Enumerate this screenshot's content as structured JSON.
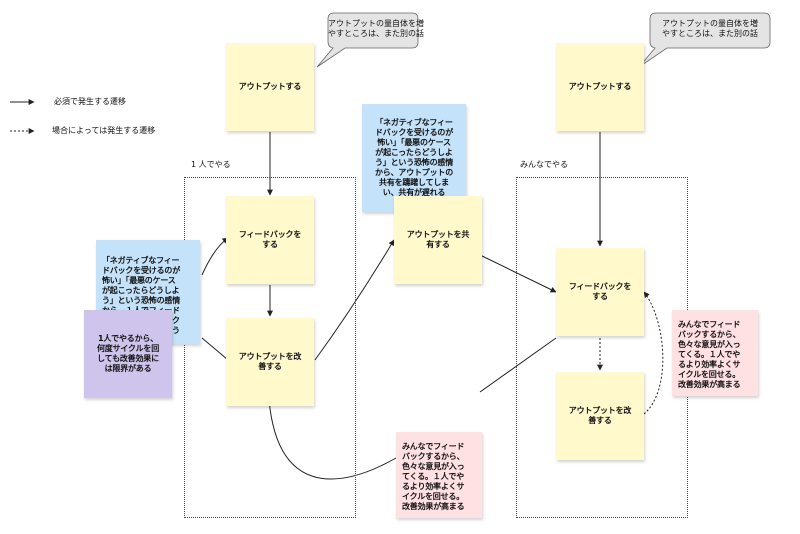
{
  "legend": {
    "solid_label": "必須で発生する遷移",
    "dotted_label": "場合によっては発生する遷移"
  },
  "groups": {
    "solo": "1 人でやる",
    "team": "みんなでやる"
  },
  "solo": {
    "output": "アウトプットする",
    "feedback": "フィードバックを\nする",
    "improve": "アウトプットを改\n善する",
    "bubble": "アウトプットの量自体を増\nやすところは、また別の話",
    "fear_note": "「ネガティブなフィー\nドバックを受けるのが\n怖い」「最悪のケース\nが起こったらどうしよ\nう」という恐怖の感情\nから、１人でフィード\nバックと改善のサイク\nルを繰り返してしまう",
    "limit_note": "1人でやるから、\n何度サイクルを回\nしても改善効果に\nは限界がある"
  },
  "middle": {
    "share": "アウトプットを共\n有する",
    "fear_note": "「ネガティブなフィー\nドバックを受けるのが\n怖い」「最悪のケース\nが起こったらどうしよ\nう」という恐怖の感情\nから、アウトプットの\n共有を躊躇してしま\nい、共有が遅れる",
    "team_note": "みんなでフィード\nバックするから、\n色々な意見が入っ\nてくる。１人でや\nるより効率よくサ\nイクルを回せる。\n改善効果が高まる"
  },
  "team": {
    "output": "アウトプットする",
    "feedback": "フィードバックを\nする",
    "improve": "アウトプットを改\n善する",
    "bubble": "アウトプットの量自体を増\nやすところは、また別の話",
    "team_note": "みんなでフィード\nバックするから、\n色々な意見が入っ\nてくる。１人でや\nるより効率よくサ\nイクルを回せる。\n改善効果が高まる"
  }
}
